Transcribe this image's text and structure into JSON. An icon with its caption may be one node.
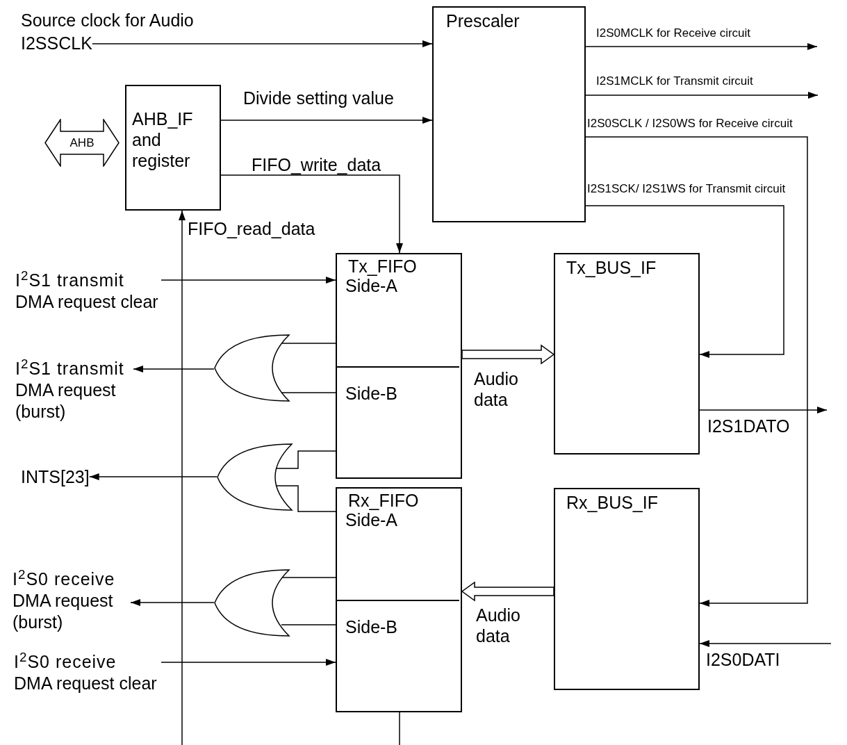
{
  "diagram": {
    "nodes": [
      {
        "text": [
          "I2SSCLK"
        ],
        "beside": [
          "Source clock for Audio"
        ]
      },
      {
        "text": [
          "Prescaler"
        ]
      },
      {
        "text": [
          "AHB"
        ]
      },
      {
        "text": [
          "AHB_IF and register"
        ]
      },
      {
        "text": [
          "Tx_FIFO"
        ]
      },
      {
        "text": [
          "Side-A"
        ],
        "in": 4
      },
      {
        "text": [
          "Side-B"
        ],
        "in": 4
      },
      {
        "text": [
          "Rx_FIFO"
        ]
      },
      {
        "text": [
          "Side-A"
        ],
        "in": 7
      },
      {
        "text": [
          "Side-B"
        ],
        "in": 7
      },
      {
        "text": [
          "Tx_BUS_IF"
        ]
      },
      {
        "text": [
          "Rx_BUS_IF"
        ]
      },
      {
        "text": [],
        "shape": "gate"
      },
      {
        "text": [],
        "shape": "gate"
      },
      {
        "text": [],
        "shape": "gate"
      },
      {
        "text": [
          "I$^{2}$S1 transmit DMA request clear"
        ]
      },
      {
        "text": [
          "I$^{2}$S1 transmit DMA request (burst)"
        ]
      },
      {
        "text": [
          "INTS[23]"
        ]
      },
      {
        "text": [
          "I$^{2}$S0 receive DMA request (burst)"
        ]
      },
      {
        "text": [
          "I$^{2}$S0 receive DMA request clear"
        ]
      }
    ],
    "edges": [
      {
        "from": 0,
        "to": 1,
        "arrow": "to"
      },
      {
        "from": 3,
        "to": 1,
        "arrow": "to",
        "label": "Divide setting value"
      },
      {
        "from": 3,
        "to": 4,
        "arrow": "to",
        "label": "FIFO_write_data"
      },
      {
        "from": null,
        "to": 3,
        "arrow": "to",
        "label": "FIFO_read_data"
      },
      {
        "from": 7,
        "to": null,
        "arrow": "none"
      },
      {
        "from": 1,
        "to": null,
        "arrow": "to",
        "label": "I2S0MCLK for Receive circuit"
      },
      {
        "from": 1,
        "to": null,
        "arrow": "to",
        "label": "I2S1MCLK for Transmit circuit"
      },
      {
        "from": 1,
        "to": 11,
        "arrow": "to",
        "label": "I2S0SCLK / I2S0WS for Receive circuit"
      },
      {
        "from": 1,
        "to": 10,
        "arrow": "to",
        "label": "I2S1SCK/ I2S1WS for Transmit circuit"
      },
      {
        "from": 15,
        "to": 5,
        "arrow": "to"
      },
      {
        "from": 4,
        "to": 12,
        "arrow": "none"
      },
      {
        "from": 6,
        "to": 12,
        "arrow": "none"
      },
      {
        "from": 12,
        "to": 16,
        "arrow": "to"
      },
      {
        "from": 6,
        "to": 13,
        "arrow": "none"
      },
      {
        "from": 8,
        "to": 13,
        "arrow": "none"
      },
      {
        "from": 13,
        "to": 17,
        "arrow": "to"
      },
      {
        "from": 7,
        "to": 14,
        "arrow": "none"
      },
      {
        "from": 9,
        "to": 14,
        "arrow": "none"
      },
      {
        "from": 14,
        "to": 18,
        "arrow": "to"
      },
      {
        "from": 19,
        "to": 9,
        "arrow": "to"
      },
      {
        "from": 4,
        "to": 10,
        "arrow": "to",
        "style": "thick",
        "label": "Audio data"
      },
      {
        "from": 11,
        "to": 7,
        "arrow": "to",
        "style": "thick",
        "label": "Audio data"
      },
      {
        "from": 10,
        "to": null,
        "arrow": "to",
        "label": "I2S1DATO"
      },
      {
        "from": null,
        "to": 11,
        "arrow": "to",
        "label": "I2S0DATI"
      }
    ]
  }
}
